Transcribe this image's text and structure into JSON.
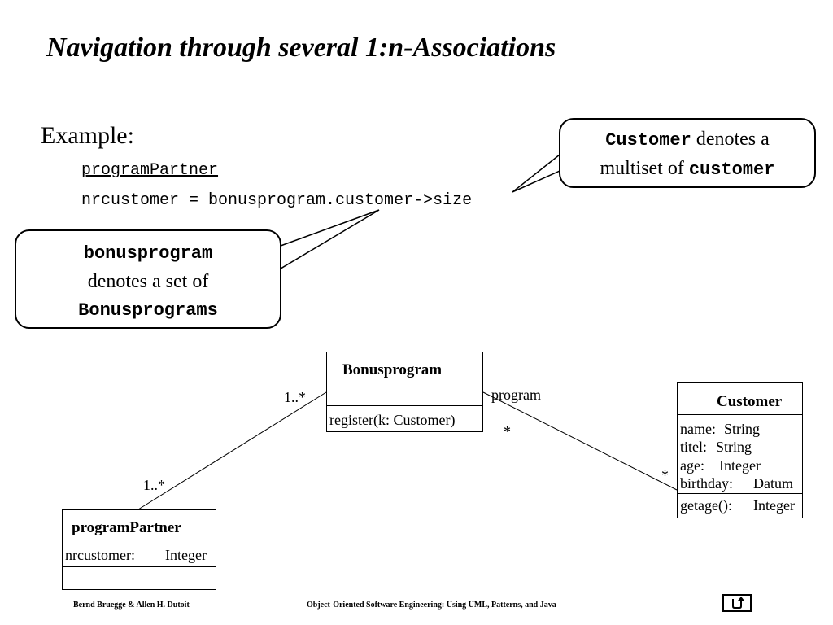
{
  "slide": {
    "title": "Navigation through several 1:n-Associations",
    "example_label": "Example:",
    "code_line1": "programPartner",
    "code_line2": "nrcustomer = bonusprogram.customer->size"
  },
  "callout_right": {
    "word1": "Customer",
    "text1": " denotes a",
    "text2": "multiset of ",
    "word2": "customer"
  },
  "callout_left": {
    "word1": "bonusprogram",
    "text1": "denotes a set of",
    "word2": "Bonusprograms"
  },
  "diagram": {
    "bonusprogram": {
      "name": "Bonusprogram",
      "operation": "register(k: Customer)"
    },
    "customer": {
      "name": "Customer",
      "attributes": [
        {
          "name": "name:",
          "type": "String"
        },
        {
          "name": "titel:",
          "type": "String"
        },
        {
          "name": "age:",
          "type": "Integer"
        },
        {
          "name": "birthday:",
          "type": "Datum"
        }
      ],
      "operation": {
        "name": "getage():",
        "type": "Integer"
      }
    },
    "programpartner": {
      "name": "programPartner",
      "attribute": {
        "name": "nrcustomer:",
        "type": "Integer"
      }
    },
    "assoc_partner_program": {
      "mult_program_end": "1..*",
      "mult_partner_end": "1..*"
    },
    "assoc_program_customer": {
      "role_name": "program",
      "mult_program_end": "*",
      "mult_customer_end": "*"
    }
  },
  "footer": {
    "authors": "Bernd Bruegge & Allen H. Dutoit",
    "book": "Object-Oriented Software Engineering: Using UML, Patterns, and Java"
  },
  "nav_icon": "back-arrow-icon"
}
